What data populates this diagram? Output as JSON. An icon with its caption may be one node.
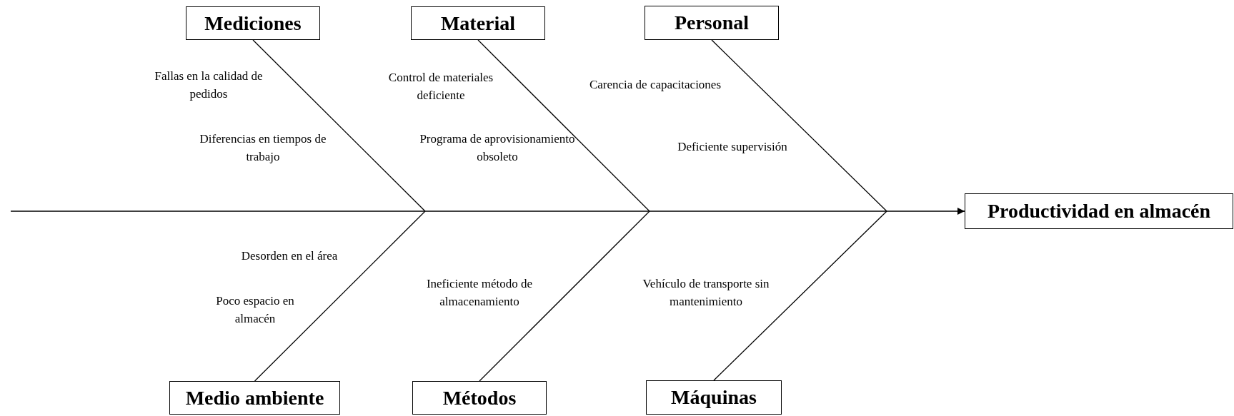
{
  "diagram": {
    "nodes": [
      {
        "text": [
          "Mediciones"
        ]
      },
      {
        "text": [
          "Material"
        ]
      },
      {
        "text": [
          "Personal"
        ]
      },
      {
        "text": [
          "Productividad en almacén"
        ]
      },
      {
        "text": [
          "Medio ambiente"
        ]
      },
      {
        "text": [
          "Métodos"
        ]
      },
      {
        "text": [
          "Máquinas"
        ]
      }
    ],
    "edges": [
      {
        "from": null,
        "to": 3,
        "arrow": "to"
      },
      {
        "from": 0,
        "to": null,
        "arrow": "none"
      },
      {
        "from": 1,
        "to": null,
        "arrow": "none"
      },
      {
        "from": 2,
        "to": null,
        "arrow": "none"
      },
      {
        "from": 4,
        "to": null,
        "arrow": "none"
      },
      {
        "from": 5,
        "to": null,
        "arrow": "none"
      },
      {
        "from": 6,
        "to": null,
        "arrow": "none"
      }
    ],
    "labels": [
      "Fallas en la calidad de pedidos",
      "Diferencias en tiempos de trabajo",
      "Control de materiales deficiente",
      "Programa de aprovisionamiento obsoleto",
      "Carencia de capacitaciones",
      "Deficiente supervisión",
      "Desorden en el área",
      "Poco espacio en almacén",
      "Ineficiente método de almacenamiento",
      "Vehículo de transporte sin mantenimiento"
    ]
  }
}
